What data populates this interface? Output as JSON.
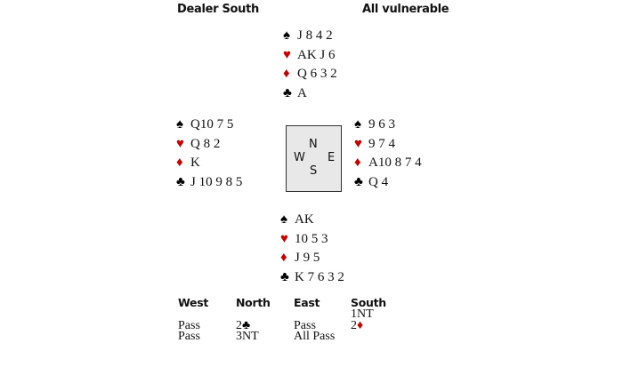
{
  "header": {
    "dealer": "Dealer South",
    "vulnerability": "All vulnerable"
  },
  "suits": {
    "spades": "♠",
    "hearts": "♥",
    "diamonds": "♦",
    "clubs": "♣"
  },
  "colors": {
    "red": "#c40000",
    "black": "#000000"
  },
  "hands": {
    "north": {
      "spades": "J 8 4 2",
      "hearts": "AK J 6",
      "diamonds": "Q 6 3 2",
      "clubs": "A"
    },
    "west": {
      "spades": "Q10 7 5",
      "hearts": "Q 8 2",
      "diamonds": "K",
      "clubs": "J 10 9 8 5"
    },
    "east": {
      "spades": "9 6 3",
      "hearts": "9 7 4",
      "diamonds": "A10 8 7 4",
      "clubs": "Q 4"
    },
    "south": {
      "spades": "AK",
      "hearts": "10 5 3",
      "diamonds": "J 9 5",
      "clubs": "K 7 6 3 2"
    }
  },
  "compass": {
    "n": "N",
    "w": "W",
    "e": "E",
    "s": "S"
  },
  "auction": {
    "headers": [
      "West",
      "North",
      "East",
      "South"
    ],
    "west": [
      "",
      "Pass",
      "Pass"
    ],
    "north": [
      "",
      "2",
      "3NT"
    ],
    "north_suit": "♣",
    "east": [
      "",
      "Pass",
      "All Pass"
    ],
    "south": [
      "1NT",
      "2",
      ""
    ],
    "south_suit": "♦"
  }
}
